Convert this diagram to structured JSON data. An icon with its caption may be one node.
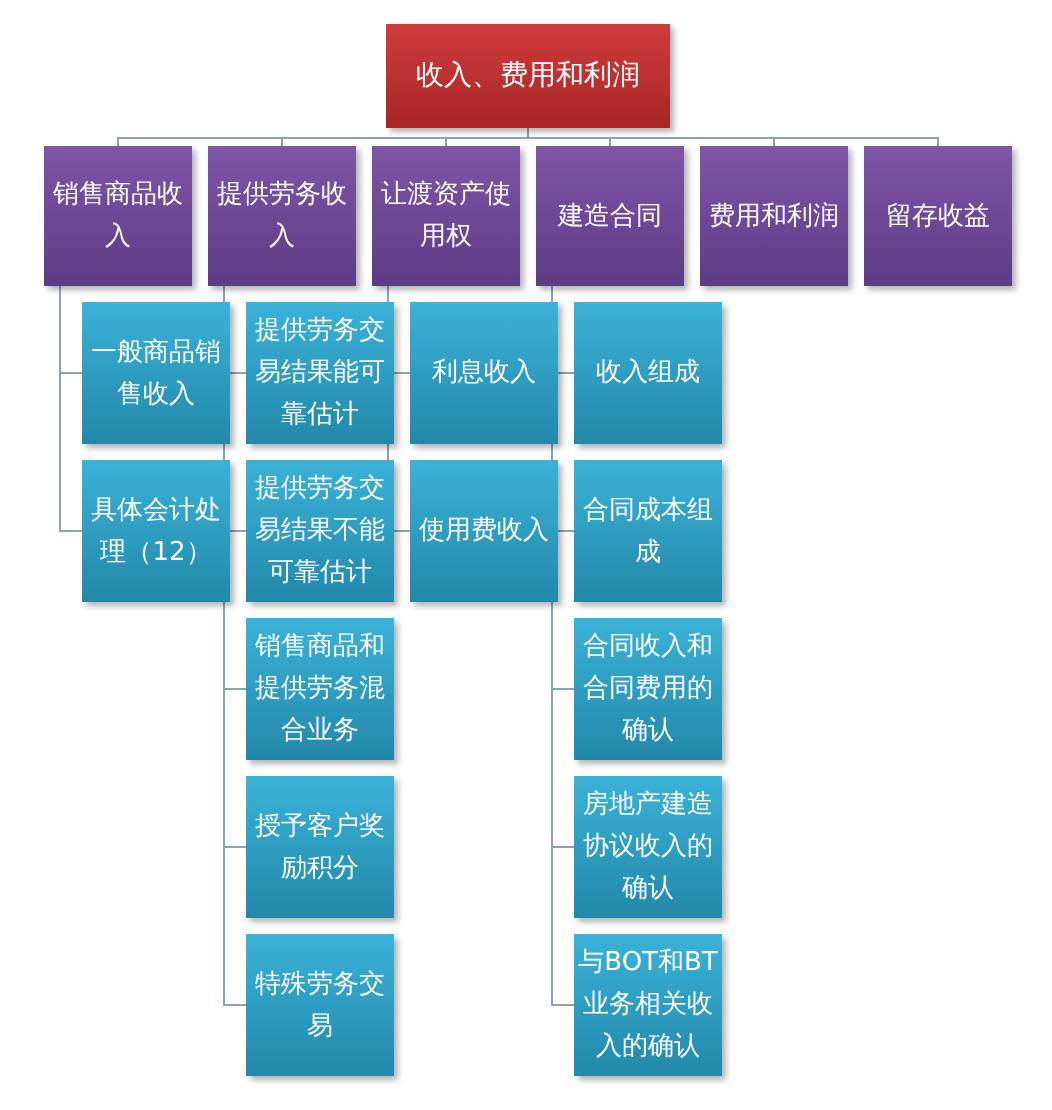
{
  "diagram": {
    "nodes": [
      {
        "text": [
          "收入、费用和利润"
        ]
      },
      {
        "text": [
          "销售商品收入"
        ]
      },
      {
        "text": [
          "提供劳务收入"
        ]
      },
      {
        "text": [
          "让渡资产使用权"
        ]
      },
      {
        "text": [
          "建造合同"
        ]
      },
      {
        "text": [
          "费用和利润"
        ]
      },
      {
        "text": [
          "留存收益"
        ]
      },
      {
        "text": [
          "一般商品销售收入"
        ]
      },
      {
        "text": [
          "具体会计处理（12）"
        ]
      },
      {
        "text": [
          "提供劳务交易结果能可靠估计"
        ]
      },
      {
        "text": [
          "提供劳务交易结果不能可靠估计"
        ]
      },
      {
        "text": [
          "销售商品和提供劳务混合业务"
        ]
      },
      {
        "text": [
          "授予客户奖励积分"
        ]
      },
      {
        "text": [
          "特殊劳务交易"
        ]
      },
      {
        "text": [
          "利息收入"
        ]
      },
      {
        "text": [
          "使用费收入"
        ]
      },
      {
        "text": [
          "收入组成"
        ]
      },
      {
        "text": [
          "合同成本组成"
        ]
      },
      {
        "text": [
          "合同收入和合同费用的确认"
        ]
      },
      {
        "text": [
          "房地产建造协议收入的确认"
        ]
      },
      {
        "text": [
          "与BOT和BT业务相关收入的确认"
        ]
      }
    ],
    "edges": [
      {
        "from": 0,
        "to": 1,
        "arrow": "none"
      },
      {
        "from": 0,
        "to": 2,
        "arrow": "none"
      },
      {
        "from": 0,
        "to": 3,
        "arrow": "none"
      },
      {
        "from": 0,
        "to": 4,
        "arrow": "none"
      },
      {
        "from": 0,
        "to": 5,
        "arrow": "none"
      },
      {
        "from": 0,
        "to": 6,
        "arrow": "none"
      },
      {
        "from": 1,
        "to": 7,
        "arrow": "none"
      },
      {
        "from": 1,
        "to": 8,
        "arrow": "none"
      },
      {
        "from": 2,
        "to": 9,
        "arrow": "none"
      },
      {
        "from": 2,
        "to": 10,
        "arrow": "none"
      },
      {
        "from": 2,
        "to": 11,
        "arrow": "none"
      },
      {
        "from": 2,
        "to": 12,
        "arrow": "none"
      },
      {
        "from": 2,
        "to": 13,
        "arrow": "none"
      },
      {
        "from": 3,
        "to": 14,
        "arrow": "none"
      },
      {
        "from": 3,
        "to": 15,
        "arrow": "none"
      },
      {
        "from": 4,
        "to": 16,
        "arrow": "none"
      },
      {
        "from": 4,
        "to": 17,
        "arrow": "none"
      },
      {
        "from": 4,
        "to": 18,
        "arrow": "none"
      },
      {
        "from": 4,
        "to": 19,
        "arrow": "none"
      },
      {
        "from": 4,
        "to": 20,
        "arrow": "none"
      }
    ]
  }
}
